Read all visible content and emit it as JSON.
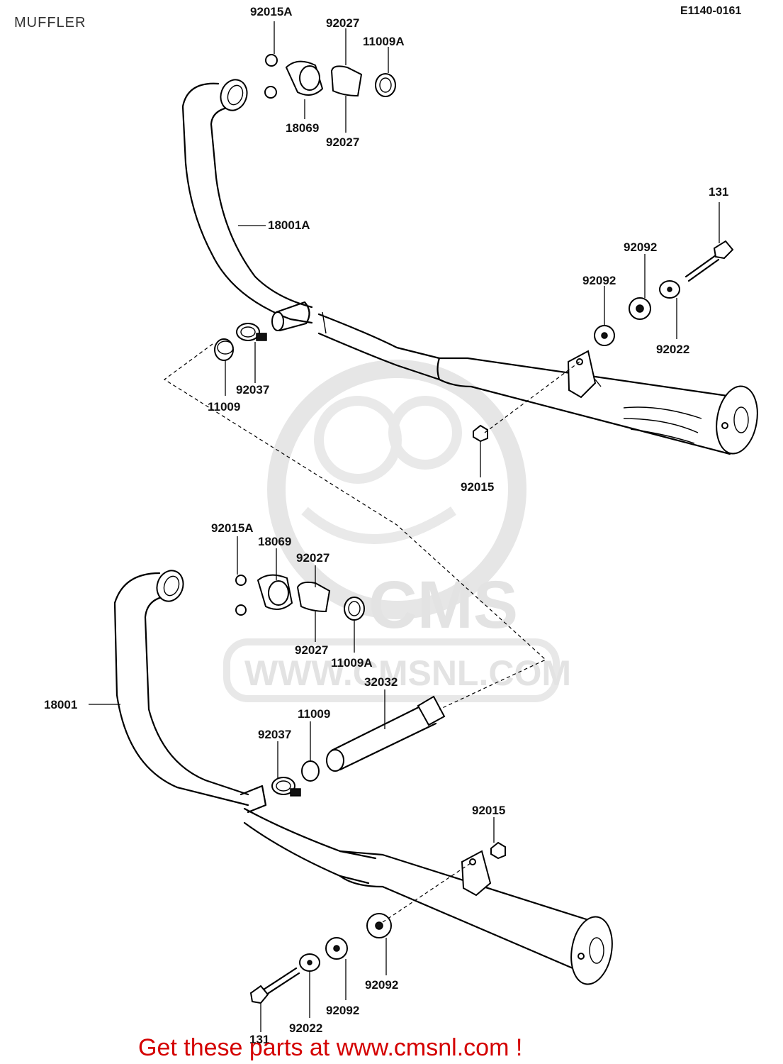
{
  "header": {
    "title": "MUFFLER",
    "diagram_code": "E1140-0161"
  },
  "watermark": {
    "brand": "CMS",
    "site": "WWW.CMSNL.COM"
  },
  "labels": {
    "p92015A_top": "92015A",
    "p92027_top_a": "92027",
    "p11009A_top": "11009A",
    "p18069_top": "18069",
    "p92027_top_b": "92027",
    "p18001A": "18001A",
    "p131_top": "131",
    "p92092_top_a": "92092",
    "p92092_top_b": "92092",
    "p92022_top": "92022",
    "p92037_top": "92037",
    "p11009_top": "11009",
    "p92015_top": "92015",
    "p92015A_bot": "92015A",
    "p18069_bot": "18069",
    "p92027_bot_a": "92027",
    "p92027_bot_b": "92027",
    "p11009A_bot": "11009A",
    "p32032": "32032",
    "p18001": "18001",
    "p11009_bot": "11009",
    "p92037_bot": "92037",
    "p92015_bot": "92015",
    "p92092_bot_a": "92092",
    "p92092_bot_b": "92092",
    "p92022_bot": "92022",
    "p131_bot": "131"
  },
  "footer": {
    "cta": "Get these parts at www.cmsnl.com !"
  }
}
